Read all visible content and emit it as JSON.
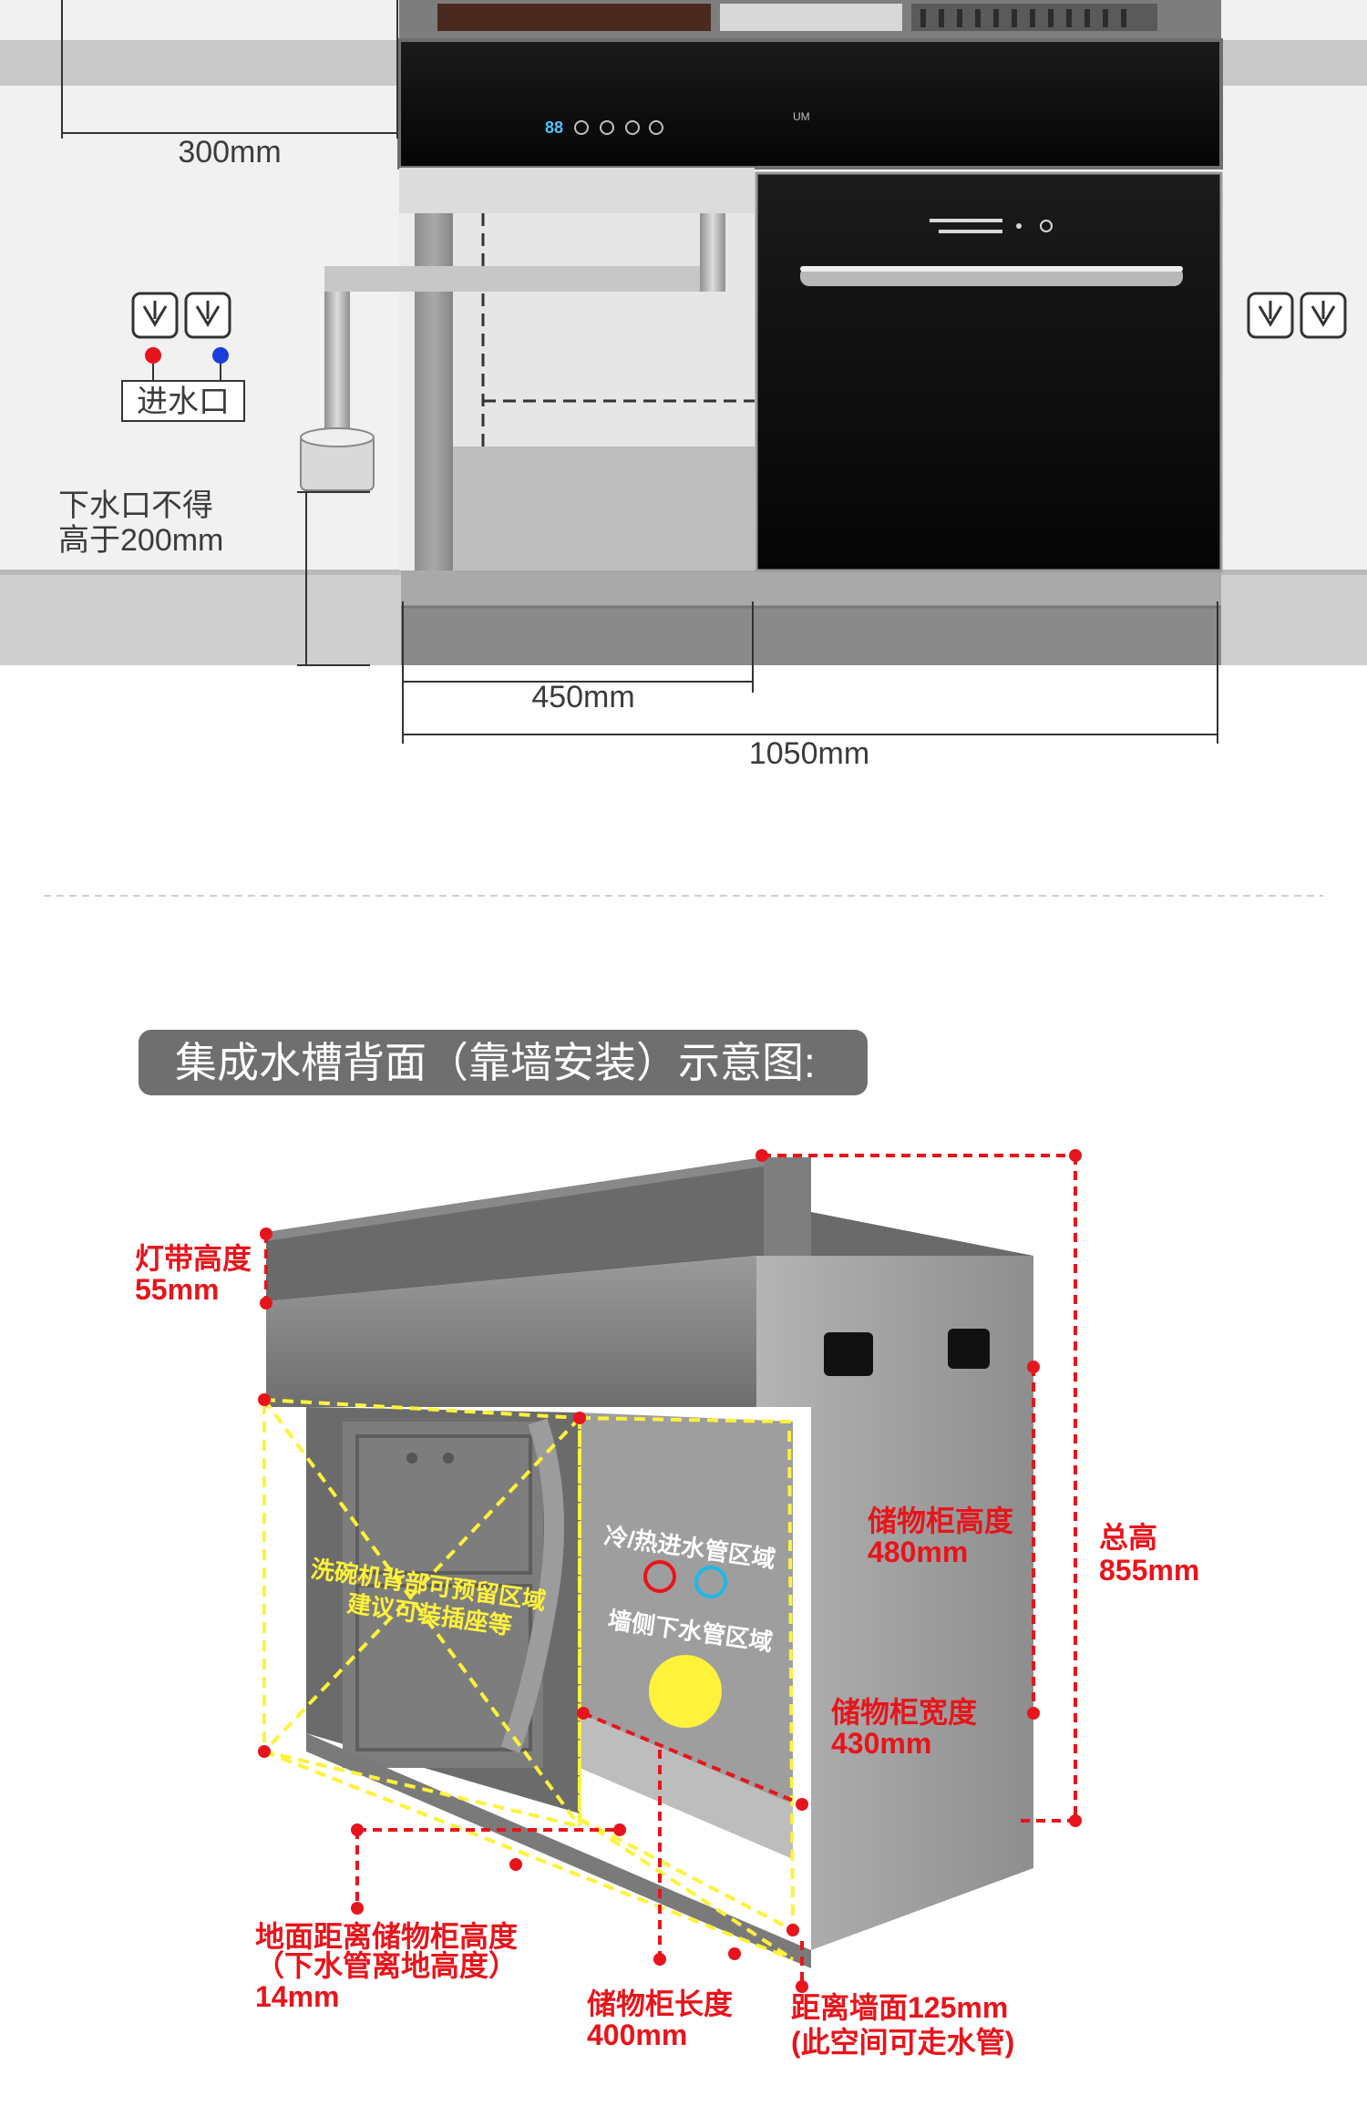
{
  "top": {
    "dim_300": "300mm",
    "dim_450": "450mm",
    "dim_1050": "1050mm",
    "inlet_label": "进水口",
    "drain_note_line1": "下水口不得",
    "drain_note_line2": "高于200mm",
    "panel_digits": "88",
    "brand_mark": "UM"
  },
  "banner": {
    "title": "集成水槽背面（靠墙安装）示意图:"
  },
  "labels": {
    "light_strip_title": "灯带高度",
    "light_strip_value": "55mm",
    "cabinet_height_title": "储物柜高度",
    "cabinet_height_value": "480mm",
    "total_height_title": "总高",
    "total_height_value": "855mm",
    "cabinet_width_title": "储物柜宽度",
    "cabinet_width_value": "430mm",
    "dishwasher_back_line1": "洗碗机背部可预留区域",
    "dishwasher_back_line2": "建议可装插座等",
    "water_pipe_area": "冷/热进水管区域",
    "drain_pipe_area": "墙侧下水管区域",
    "floor_height_line1": "地面距离储物柜高度",
    "floor_height_line2": "（下水管离地高度）",
    "floor_height_value": "14mm",
    "cabinet_length_title": "储物柜长度",
    "cabinet_length_value": "400mm",
    "wall_distance_line1": "距离墙面125mm",
    "wall_distance_line2": "(此空间可走水管)"
  },
  "colors": {
    "annotation_red": "#e8141b",
    "annotation_yellow": "#fff23a",
    "hot_water": "#e8141b",
    "cold_water": "#1a3fd6",
    "cabinet_black": "#0d0d0d",
    "steel": "#8c8c8c"
  }
}
